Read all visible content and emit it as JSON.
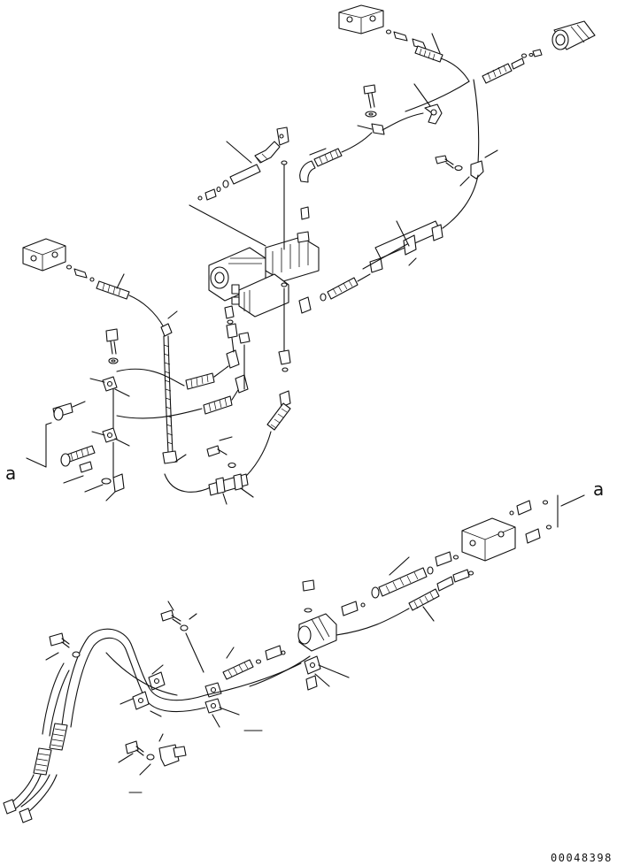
{
  "view_refs": {
    "left": "a",
    "right": "a"
  },
  "document_number": "00048398"
}
